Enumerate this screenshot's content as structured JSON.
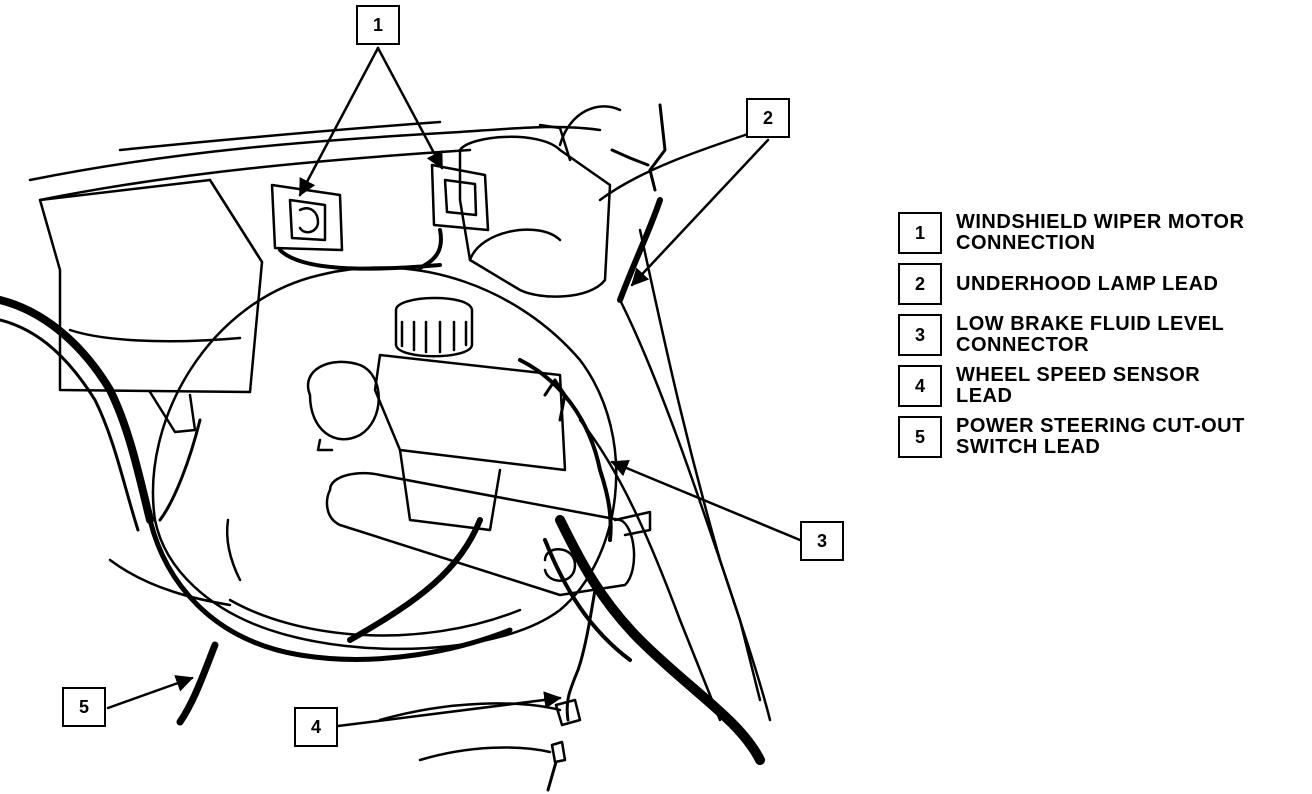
{
  "callouts": [
    {
      "id": "1",
      "label": "1"
    },
    {
      "id": "2",
      "label": "2"
    },
    {
      "id": "3",
      "label": "3"
    },
    {
      "id": "4",
      "label": "4"
    },
    {
      "id": "5",
      "label": "5"
    }
  ],
  "legend": [
    {
      "number": "1",
      "text": "WINDSHIELD WIPER MOTOR\nCONNECTION"
    },
    {
      "number": "2",
      "text": "UNDERHOOD LAMP LEAD"
    },
    {
      "number": "3",
      "text": "LOW BRAKE FLUID LEVEL\nCONNECTOR"
    },
    {
      "number": "4",
      "text": "WHEEL SPEED SENSOR\nLEAD"
    },
    {
      "number": "5",
      "text": "POWER STEERING CUT-OUT\nSWITCH LEAD"
    }
  ]
}
